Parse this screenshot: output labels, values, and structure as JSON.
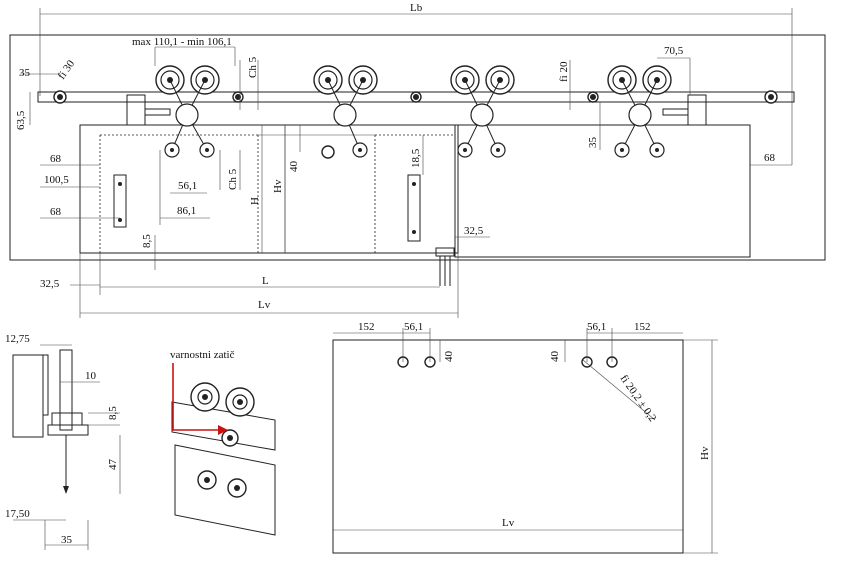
{
  "labels": {
    "lb": "Lb",
    "max_min": "max 110,1 - min 106,1",
    "ch5_top": "Ch 5",
    "ch5_mid": "Ch 5",
    "fi30": "fi 30",
    "fi20": "fi 20",
    "d705": "70,5",
    "d35_left": "35",
    "d635": "63,5",
    "d68_a": "68",
    "d1005": "100,5",
    "d68_b": "68",
    "d561_a": "56,1",
    "d861": "86,1",
    "d40_a": "40",
    "hv_v": "Hv",
    "h_v": "H",
    "d185": "18,5",
    "d35_right": "35",
    "d68_right": "68",
    "d325_r": "32,5",
    "d85_a": "8,5",
    "d325_l": "32,5",
    "L": "L",
    "Lv_top": "Lv",
    "d1275": "12,75",
    "d10": "10",
    "d85_b": "8,5",
    "d47": "47",
    "d1750": "17,50",
    "d35_bottom": "35",
    "varnostni": "varnostni zatič",
    "d152_l": "152",
    "d561_b": "56,1",
    "d40_b": "40",
    "d40_c": "40",
    "d561_c": "56,1",
    "d152_r": "152",
    "fi202": "fi 20,2 ± 0,2",
    "hv_right": "Hv",
    "lv_bottom": "Lv"
  },
  "colors": {
    "arrow": "#cc1111",
    "line": "#222222"
  }
}
